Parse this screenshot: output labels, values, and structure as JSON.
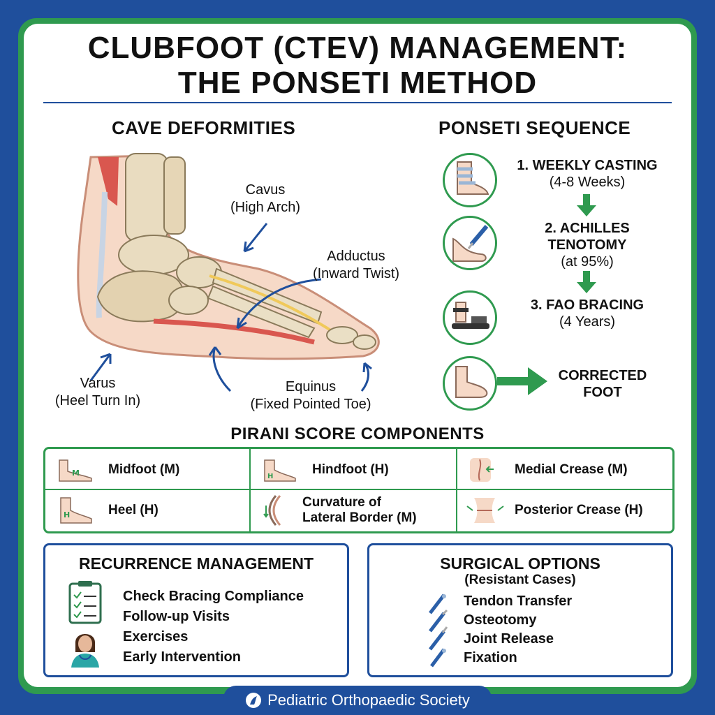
{
  "header": {
    "title_line1": "CLUBFOOT (CTEV) MANAGEMENT:",
    "title_line2": "THE PONSETI METHOD"
  },
  "cave": {
    "heading": "CAVE DEFORMITIES",
    "labels": {
      "cavus_title": "Cavus",
      "cavus_desc": "(High Arch)",
      "adductus_title": "Adductus",
      "adductus_desc": "(Inward Twist)",
      "varus_title": "Varus",
      "varus_desc": "(Heel Turn In)",
      "equinus_title": "Equinus",
      "equinus_desc": "(Fixed Pointed Toe)"
    }
  },
  "ponseti": {
    "heading": "PONSETI SEQUENCE",
    "steps": [
      {
        "title": "1. WEEKLY CASTING",
        "detail": "(4-8 Weeks)",
        "icon": "cast-foot-icon"
      },
      {
        "title_l1": "2. ACHILLES",
        "title_l2": "TENOTOMY",
        "detail": "(at 95%)",
        "icon": "scalpel-icon"
      },
      {
        "title": "3. FAO BRACING",
        "detail": "(4 Years)",
        "icon": "brace-icon"
      }
    ],
    "result_l1": "CORRECTED",
    "result_l2": "FOOT"
  },
  "pirani": {
    "heading": "PIRANI SCORE COMPONENTS",
    "items": [
      {
        "label": "Midfoot (M)",
        "icon": "midfoot-icon"
      },
      {
        "label": "Hindfoot (H)",
        "icon": "hindfoot-icon"
      },
      {
        "label": "Medial Crease (M)",
        "icon": "medial-crease-icon"
      },
      {
        "label": "Heel (H)",
        "icon": "heel-icon"
      },
      {
        "label_l1": "Curvature of",
        "label_l2": "Lateral Border (M)",
        "icon": "curvature-icon"
      },
      {
        "label": "Posterior Crease (H)",
        "icon": "posterior-crease-icon"
      }
    ]
  },
  "recurrence": {
    "heading": "RECURRENCE MANAGEMENT",
    "items": [
      "Check Bracing Compliance",
      "Follow-up Visits",
      "Exercises",
      "Early Intervention"
    ]
  },
  "surgical": {
    "heading": "SURGICAL OPTIONS",
    "subheading": "(Resistant Cases)",
    "items": [
      "Tendon Transfer",
      "Osteotomy",
      "Joint Release",
      "Fixation"
    ]
  },
  "footer": {
    "society": "Pediatric Orthopaedic Society"
  },
  "colors": {
    "blue": "#1f4f9c",
    "green": "#2f9a4f",
    "bone": "#e9dcc0",
    "skin": "#f6d9c7"
  }
}
